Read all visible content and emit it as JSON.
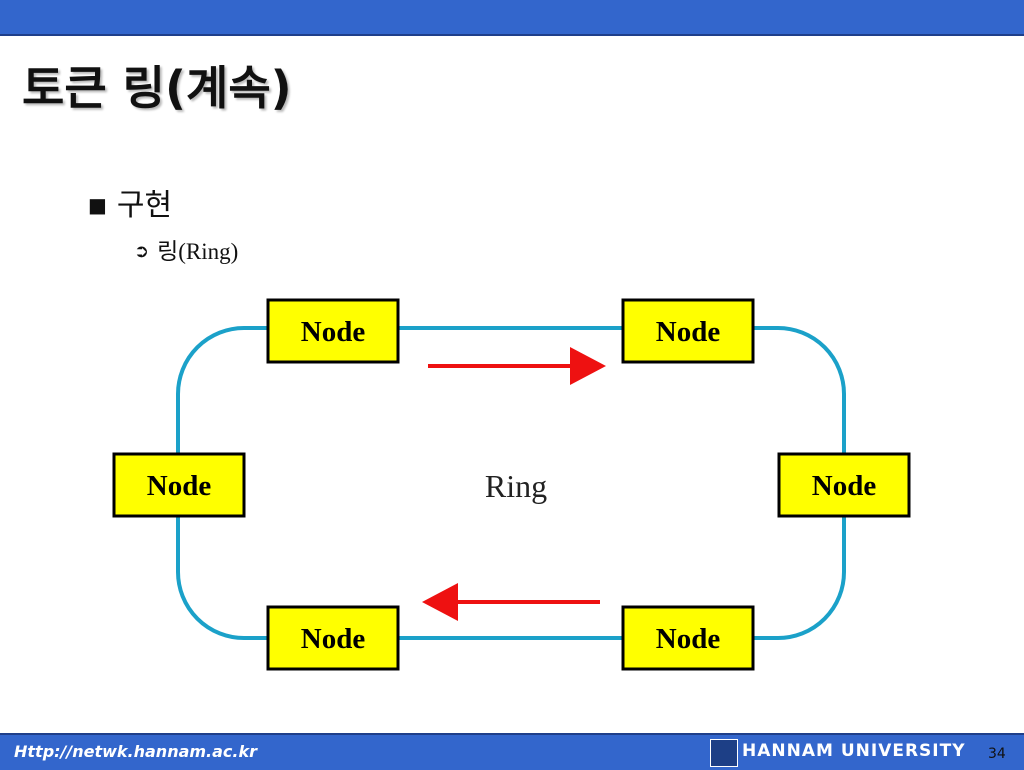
{
  "slide": {
    "title": "토큰 링(계속)",
    "bullet_level1": "구현",
    "bullet_level2": {
      "hangul": "링",
      "latin": "(Ring)"
    }
  },
  "diagram": {
    "ring_label": "Ring",
    "nodes": [
      "Node",
      "Node",
      "Node",
      "Node",
      "Node",
      "Node"
    ],
    "colors": {
      "node_fill": "#ffff00",
      "ring_line": "#1ba1c9",
      "arrow": "#ee1111"
    }
  },
  "footer": {
    "url": "Http://netwk.hannam.ac.kr",
    "university": "HANNAM UNIVERSITY",
    "page_number": "34"
  }
}
